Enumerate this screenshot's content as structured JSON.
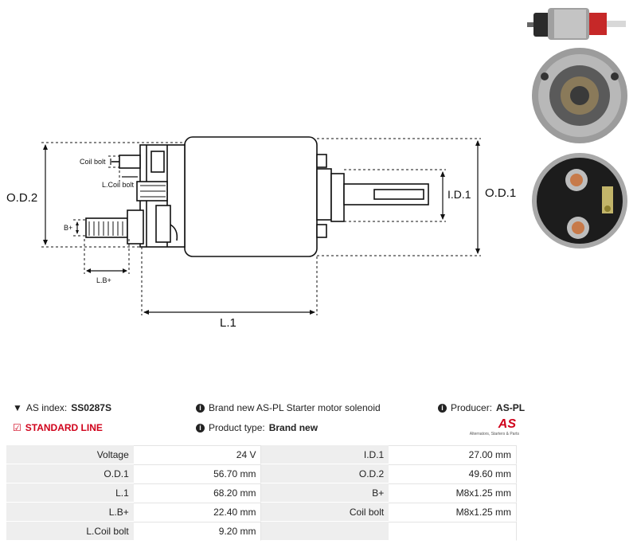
{
  "diagram": {
    "label_od2": "O.D.2",
    "label_od1": "O.D.1",
    "label_id1": "I.D.1",
    "label_l1": "L.1",
    "label_coil_bolt": "Coil bolt",
    "label_l_coil_bolt": "L.Coil bolt",
    "label_b_plus": "B+",
    "label_l_b_plus": "L.B+"
  },
  "info": {
    "as_index_label": "AS index:",
    "as_index_value": "SS0287S",
    "line": "STANDARD LINE",
    "description": "Brand new AS-PL Starter motor solenoid",
    "product_type_label": "Product type:",
    "product_type_value": "Brand new",
    "producer_label": "Producer:",
    "producer_value": "AS-PL"
  },
  "logo": {
    "mark": "AS",
    "tagline": "Alternators, Starters & Parts",
    "color": "#d0021b"
  },
  "specs": [
    {
      "l1": "Voltage",
      "v1": "24 V",
      "l2": "I.D.1",
      "v2": "27.00 mm"
    },
    {
      "l1": "O.D.1",
      "v1": "56.70 mm",
      "l2": "O.D.2",
      "v2": "49.60 mm"
    },
    {
      "l1": "L.1",
      "v1": "68.20 mm",
      "l2": "B+",
      "v2": "M8x1.25 mm"
    },
    {
      "l1": "L.B+",
      "v1": "22.40 mm",
      "l2": "Coil bolt",
      "v2": "M8x1.25 mm"
    },
    {
      "l1": "L.Coil bolt",
      "v1": "9.20 mm",
      "l2": "",
      "v2": ""
    }
  ]
}
